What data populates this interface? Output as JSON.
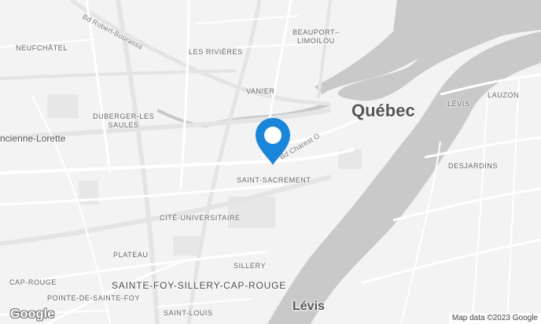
{
  "map": {
    "colors": {
      "land": "#f3f3f3",
      "water": "#c9c9c9",
      "road": "#ffffff",
      "highway": "#e4e4e4",
      "park": "#e7e7e7",
      "pin": "#1a86d9"
    },
    "labels": {
      "robert_bourassa": "Bd Robert-Bourassa",
      "neufchatel": "NEUFCHÂTEL",
      "les_rivieres": "LES RIVIÈRES",
      "beauport_limoilou": "BEAUPORT–\nLIMOILOU",
      "vanier": "VANIER",
      "quebec": "Québec",
      "levis_small": "LÉVIS",
      "lauzon": "LAUZON",
      "duberger": "DUBERGER-LES\nSAULES",
      "ancienne_lorette": "ncienne-Lorette",
      "charest": "Bd Charest O",
      "desjardins": "DESJARDINS",
      "saint_sacrement": "SAINT-SACREMENT",
      "cite_universitaire": "CITÉ-UNIVERSITAIRE",
      "plateau": "PLATEAU",
      "sillery": "SILLERY",
      "cap_rouge": "CAP-ROUGE",
      "sainte_foy": "SAINTE-FOY-SILLERY-CAP-ROUGE",
      "pointe_sainte_foy": "POINTE-DE-SAINTE-FOY",
      "levis_big": "Lévis",
      "saint_louis": "SAINT-LOUIS"
    },
    "logo_text": "Google",
    "attribution": "Map data ©2023 Google",
    "marker_icon": "location-pin-icon"
  }
}
